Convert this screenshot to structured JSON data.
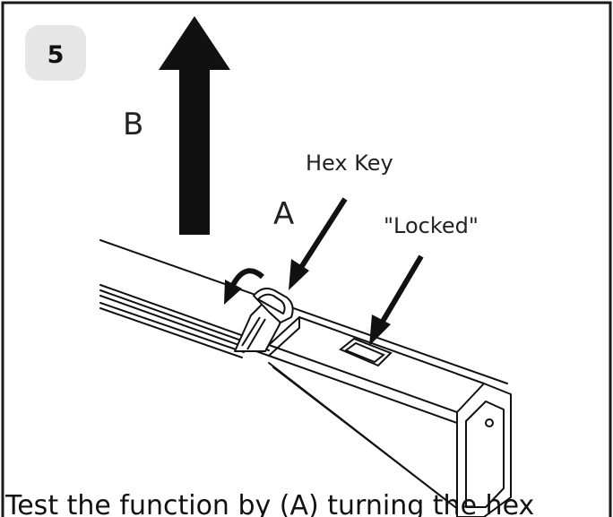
{
  "step": {
    "number": "5"
  },
  "labels": {
    "b": "B",
    "a": "A",
    "hex_key": "Hex Key",
    "locked": "\"Locked\""
  },
  "caption": {
    "text": "Test the function by (A) turning the hex"
  },
  "colors": {
    "badge_fill": "#e6e6e6",
    "line": "#111111",
    "frame": "#1a1a1a"
  }
}
